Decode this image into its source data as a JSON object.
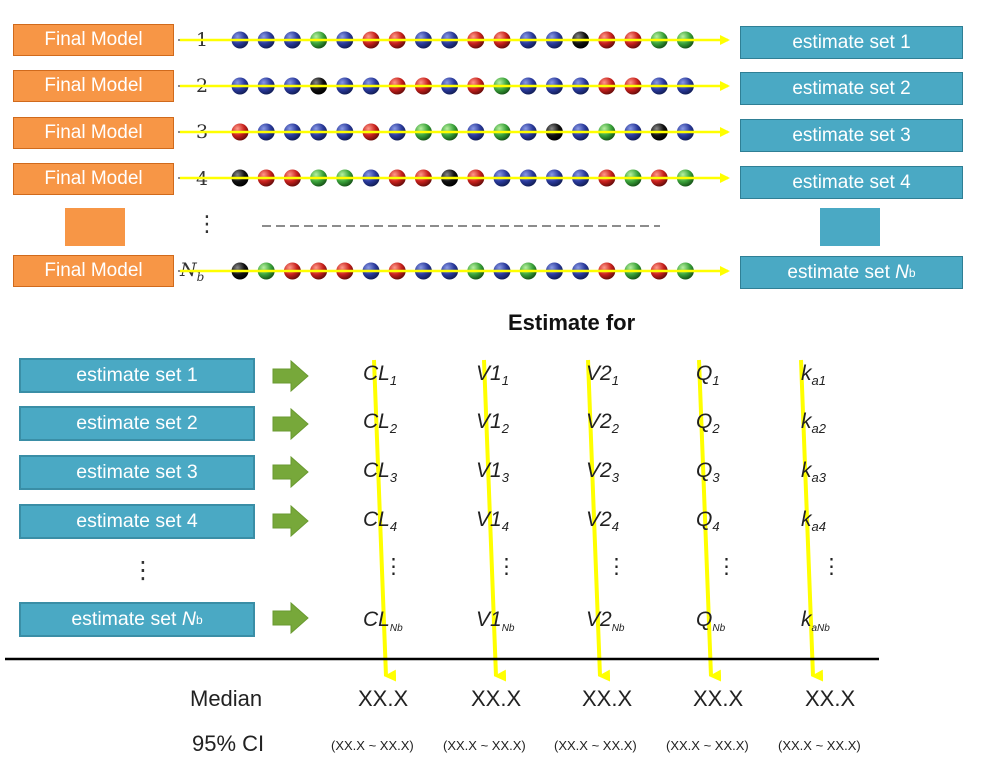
{
  "top": {
    "model_label": "Final Model",
    "rows": [
      {
        "num": "1",
        "estimate": "estimate set 1",
        "beads": [
          "b",
          "b",
          "b",
          "g",
          "b",
          "r",
          "r",
          "b",
          "b",
          "r",
          "r",
          "b",
          "b",
          "k",
          "r",
          "r",
          "g",
          "g"
        ]
      },
      {
        "num": "2",
        "estimate": "estimate set 2",
        "beads": [
          "b",
          "b",
          "b",
          "k",
          "b",
          "b",
          "r",
          "r",
          "b",
          "r",
          "g",
          "b",
          "b",
          "b",
          "r",
          "r",
          "b",
          "b"
        ]
      },
      {
        "num": "3",
        "estimate": "estimate set 3",
        "beads": [
          "r",
          "b",
          "b",
          "b",
          "b",
          "r",
          "b",
          "g",
          "g",
          "b",
          "g",
          "b",
          "k",
          "b",
          "g",
          "b",
          "k",
          "b"
        ]
      },
      {
        "num": "4",
        "estimate": "estimate set 4",
        "beads": [
          "k",
          "r",
          "r",
          "g",
          "g",
          "b",
          "r",
          "r",
          "k",
          "r",
          "b",
          "b",
          "b",
          "b",
          "r",
          "g",
          "r",
          "g"
        ]
      },
      {
        "num": "N",
        "num_sub": "b",
        "estimate": "estimate set ",
        "estimate_italic": "N",
        "estimate_sub": "b",
        "beads": [
          "k",
          "g",
          "r",
          "r",
          "r",
          "b",
          "r",
          "b",
          "b",
          "g",
          "b",
          "g",
          "b",
          "b",
          "r",
          "g",
          "r",
          "g"
        ]
      }
    ],
    "vdots": "⋮"
  },
  "heading": "Estimate for",
  "bottom": {
    "estimates": [
      "estimate set 1",
      "estimate set 2",
      "estimate set 3",
      "estimate set 4"
    ],
    "last_estimate": {
      "text": "estimate set ",
      "italic": "N",
      "sub": "b"
    },
    "vdots": "⋮",
    "params": [
      {
        "name": "CL",
        "subs": [
          "1",
          "2",
          "3",
          "4",
          "Nb"
        ]
      },
      {
        "name": "V1",
        "subs": [
          "1",
          "2",
          "3",
          "4",
          "Nb"
        ]
      },
      {
        "name": "V2",
        "subs": [
          "1",
          "2",
          "3",
          "4",
          "Nb"
        ]
      },
      {
        "name": "Q",
        "subs": [
          "1",
          "2",
          "3",
          "4",
          "Nb"
        ]
      },
      {
        "name": "k",
        "subs": [
          "a1",
          "a2",
          "a3",
          "a4",
          "aNb"
        ]
      }
    ],
    "median_label": "Median",
    "ci_label": "95% CI",
    "median_value": "XX.X",
    "ci_value": "(XX.X ~ XX.X)"
  },
  "colors": {
    "orange": "#f79646",
    "teal": "#4aa9c4",
    "arrow_yellow": "#ffff00",
    "arrow_green": "#77a83a",
    "bead_blue": "#2a3a9c",
    "bead_red": "#c8201c",
    "bead_green": "#3aa33a",
    "bead_black": "#111111"
  }
}
